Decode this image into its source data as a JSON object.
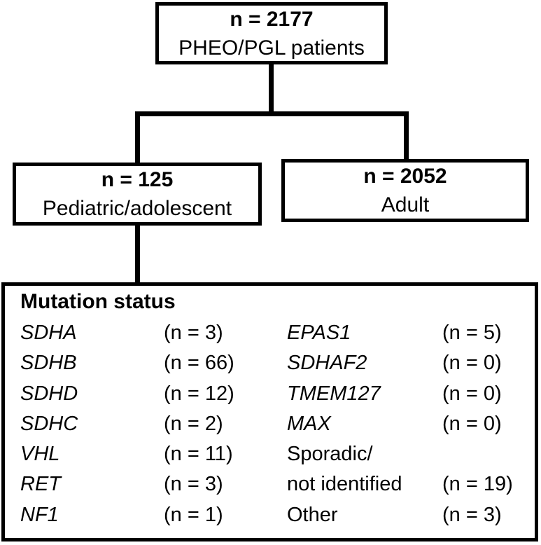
{
  "flowchart": {
    "top_box": {
      "count": "n = 2177",
      "label": "PHEO/PGL patients"
    },
    "left_box": {
      "count": "n = 125",
      "label": "Pediatric/adolescent"
    },
    "right_box": {
      "count": "n = 2052",
      "label": "Adult"
    },
    "mutation_box": {
      "title": "Mutation status",
      "rows": [
        {
          "l_name": "SDHA",
          "l_count": "(n = 3)",
          "r_name": "EPAS1",
          "r_count": "(n = 5)"
        },
        {
          "l_name": "SDHB",
          "l_count": "(n = 66)",
          "r_name": "SDHAF2",
          "r_count": "(n = 0)"
        },
        {
          "l_name": "SDHD",
          "l_count": "(n = 12)",
          "r_name": "TMEM127",
          "r_count": "(n = 0)"
        },
        {
          "l_name": "SDHC",
          "l_count": "(n = 2)",
          "r_name": "MAX",
          "r_count": "(n = 0)"
        },
        {
          "l_name": "VHL",
          "l_count": "(n = 11)",
          "r_name": "Sporadic/",
          "r_count": ""
        },
        {
          "l_name": "RET",
          "l_count": "(n = 3)",
          "r_name": "not identified",
          "r_count": "(n = 19)"
        },
        {
          "l_name": "NF1",
          "l_count": "(n = 1)",
          "r_name": "Other",
          "r_count": "(n = 3)"
        }
      ]
    },
    "colors": {
      "line": "#000000",
      "background": "#ffffff",
      "text": "#000000"
    }
  }
}
